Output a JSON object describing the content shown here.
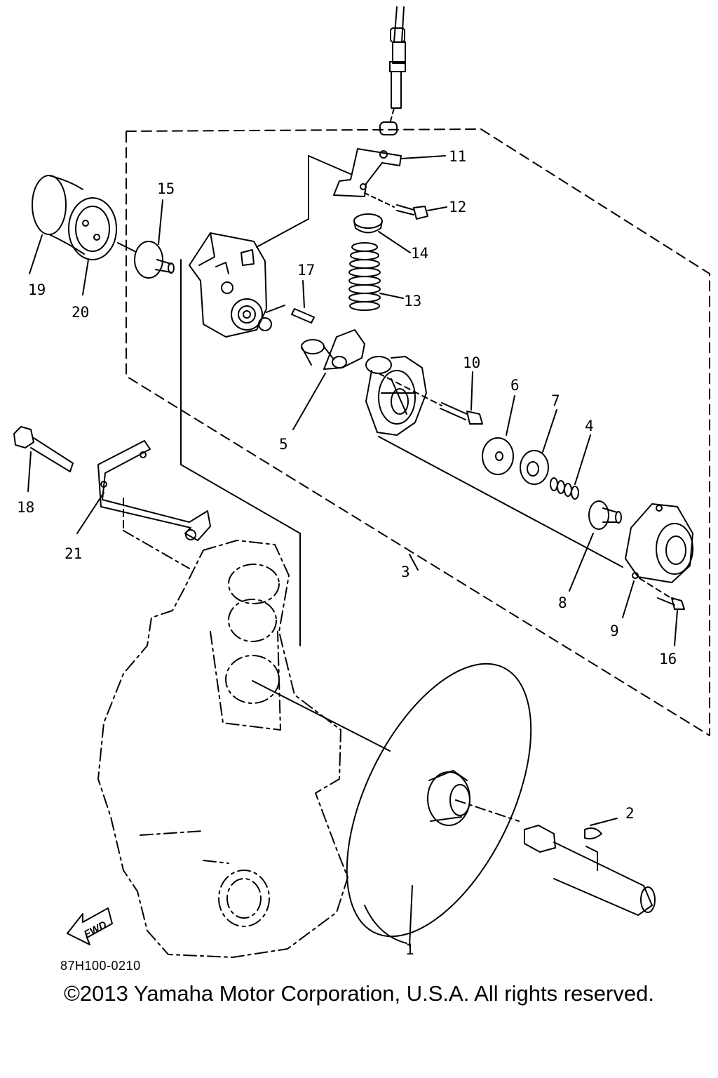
{
  "drawing_code": "87H100-0210",
  "copyright": "©2013 Yamaha Motor Corporation, U.S.A. All rights reserved.",
  "fwd_label": "FWD",
  "parts": [
    {
      "id": "p1",
      "label": "1"
    },
    {
      "id": "p2",
      "label": "2"
    },
    {
      "id": "p3",
      "label": "3"
    },
    {
      "id": "p4",
      "label": "4"
    },
    {
      "id": "p5",
      "label": "5"
    },
    {
      "id": "p6",
      "label": "6"
    },
    {
      "id": "p7",
      "label": "7"
    },
    {
      "id": "p8",
      "label": "8"
    },
    {
      "id": "p9",
      "label": "9"
    },
    {
      "id": "p10",
      "label": "10"
    },
    {
      "id": "p11",
      "label": "11"
    },
    {
      "id": "p12",
      "label": "12"
    },
    {
      "id": "p13",
      "label": "13"
    },
    {
      "id": "p14",
      "label": "14"
    },
    {
      "id": "p15",
      "label": "15"
    },
    {
      "id": "p16",
      "label": "16"
    },
    {
      "id": "p17",
      "label": "17"
    },
    {
      "id": "p18",
      "label": "18"
    },
    {
      "id": "p19",
      "label": "19"
    },
    {
      "id": "p20",
      "label": "20"
    },
    {
      "id": "p21",
      "label": "21"
    }
  ]
}
